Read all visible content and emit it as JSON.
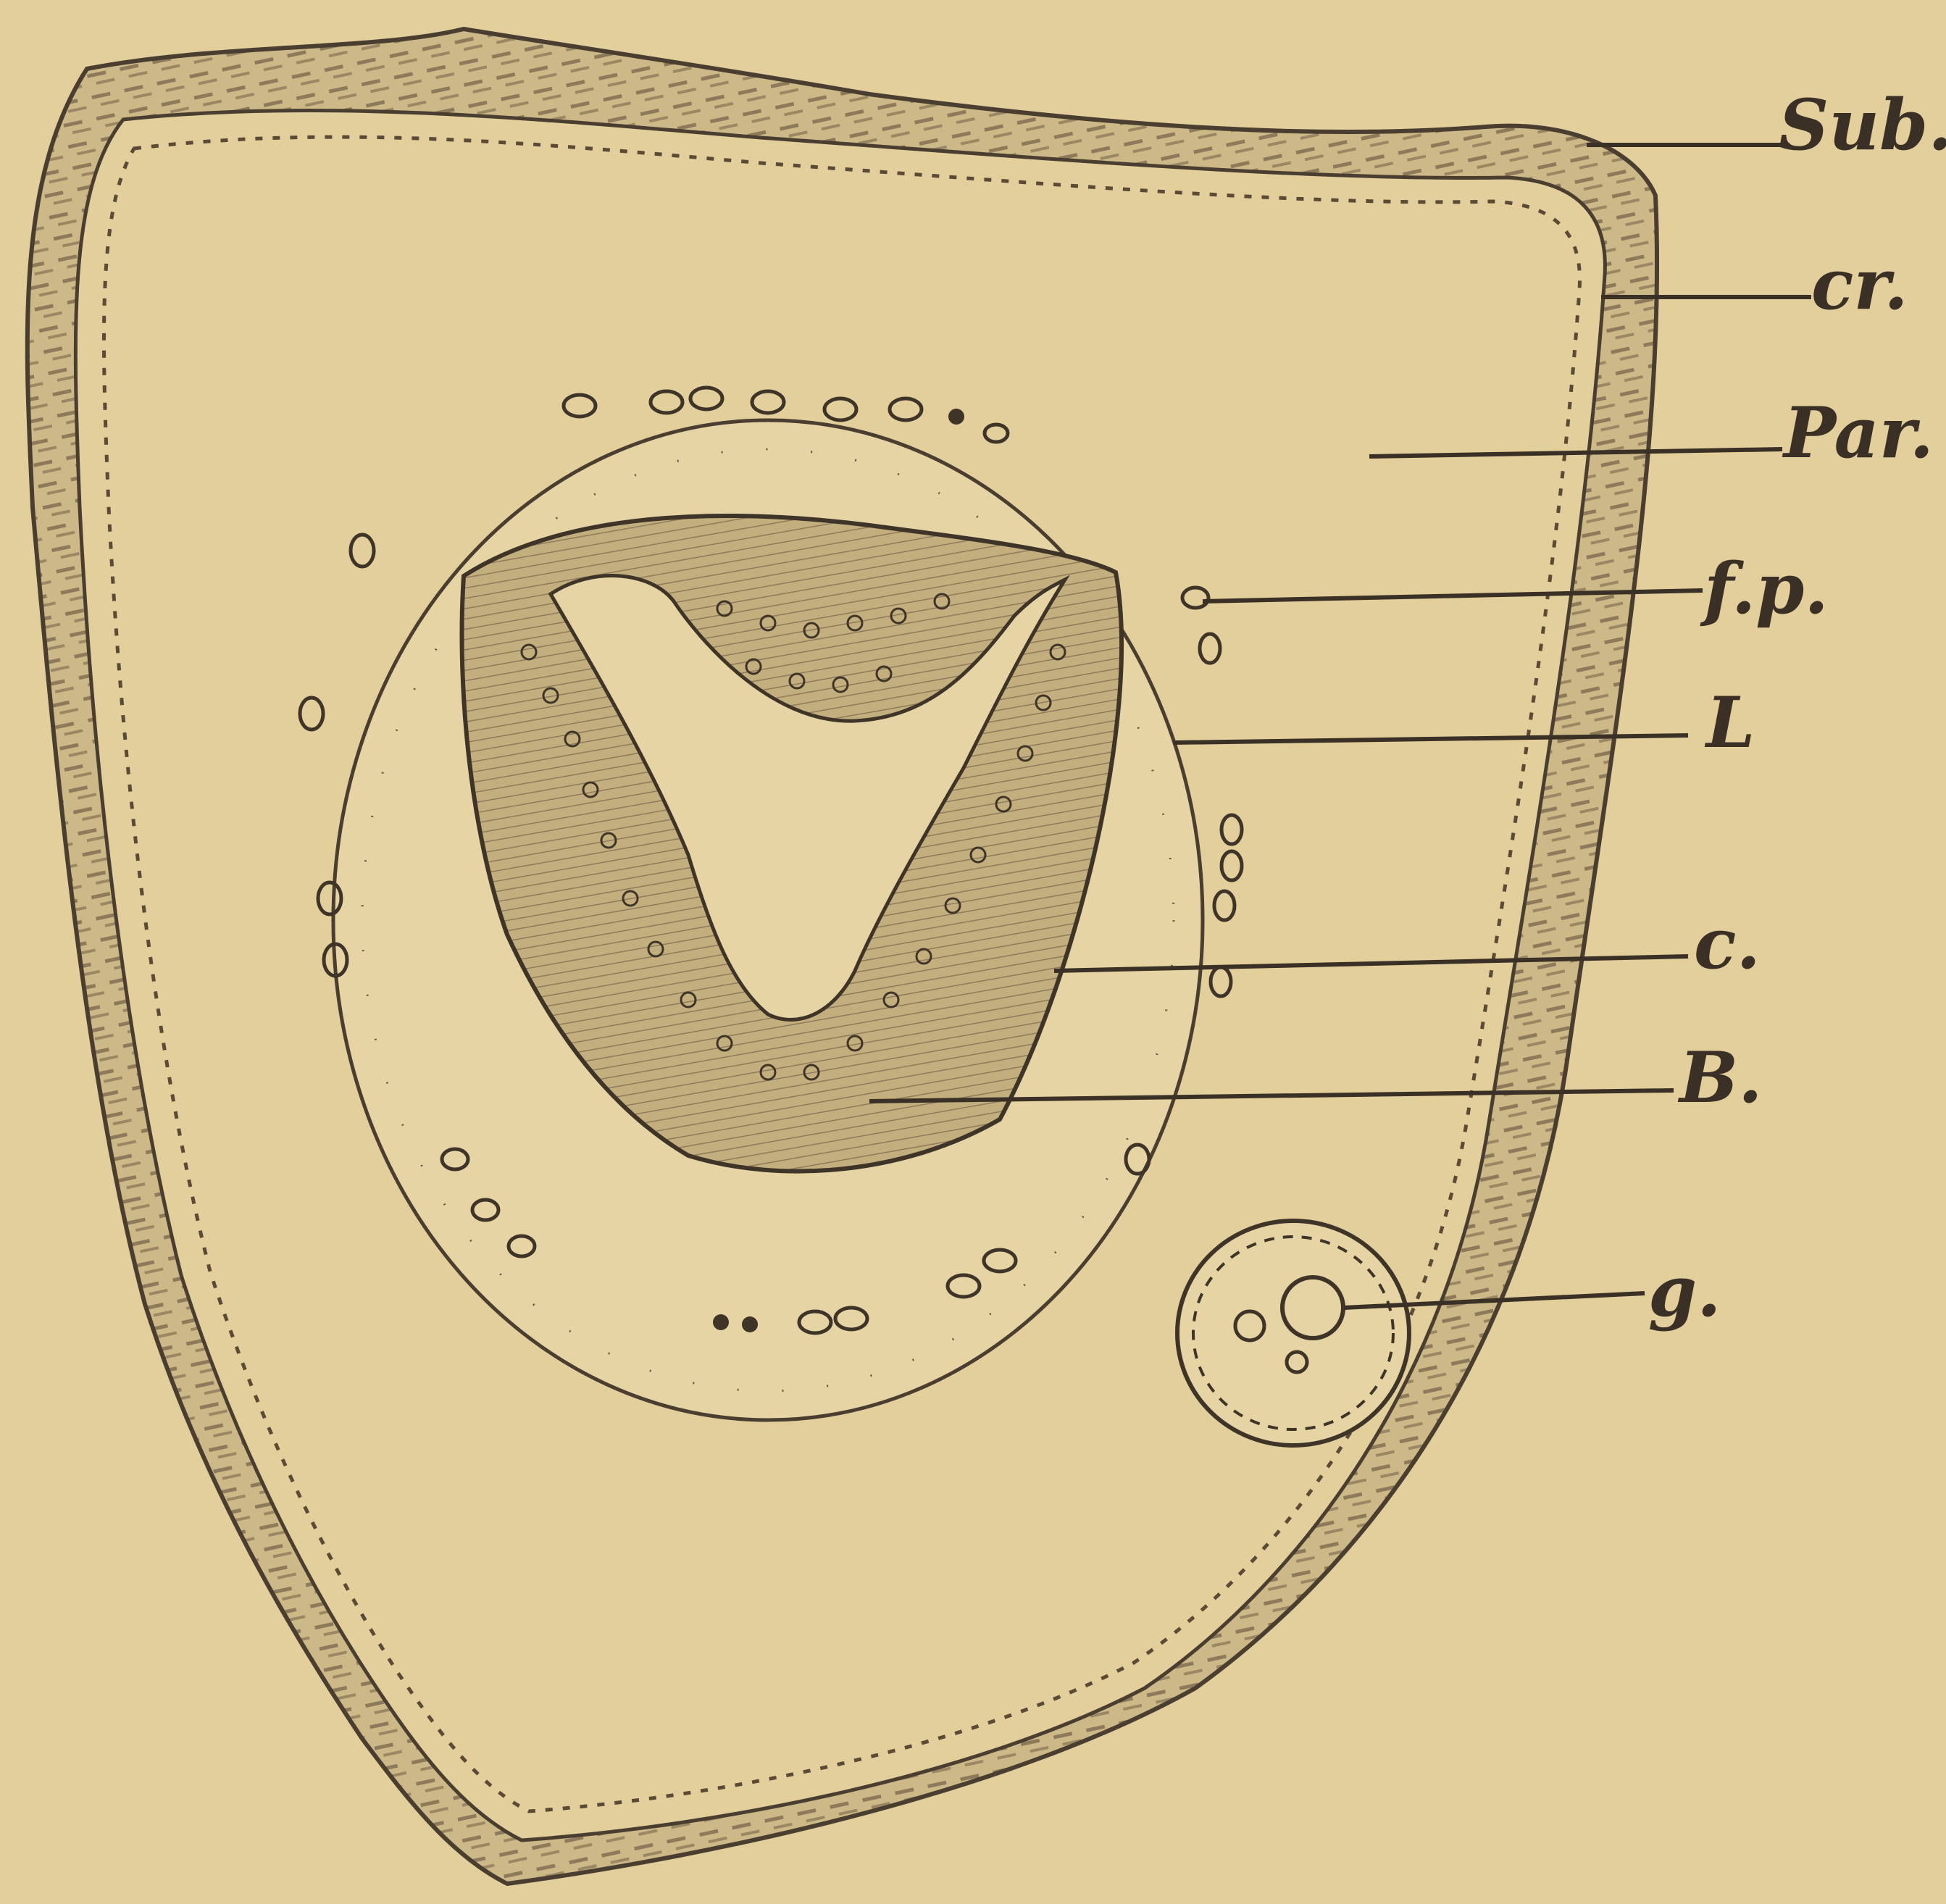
{
  "figure": {
    "colors": {
      "background": "#e3cf9c",
      "ink": "#4a3e30",
      "wall_fill": "#cfbb8a",
      "body_fill": "#c4b07f",
      "lumen_fill": "#e6d4a4"
    },
    "labels": [
      {
        "key": "sub",
        "text": "Sub."
      },
      {
        "key": "cr",
        "text": "cr."
      },
      {
        "key": "par",
        "text": "Par."
      },
      {
        "key": "fp",
        "text": "f.p."
      },
      {
        "key": "l",
        "text": "L"
      },
      {
        "key": "c",
        "text": "c."
      },
      {
        "key": "b",
        "text": "B."
      },
      {
        "key": "g",
        "text": "g."
      }
    ]
  }
}
